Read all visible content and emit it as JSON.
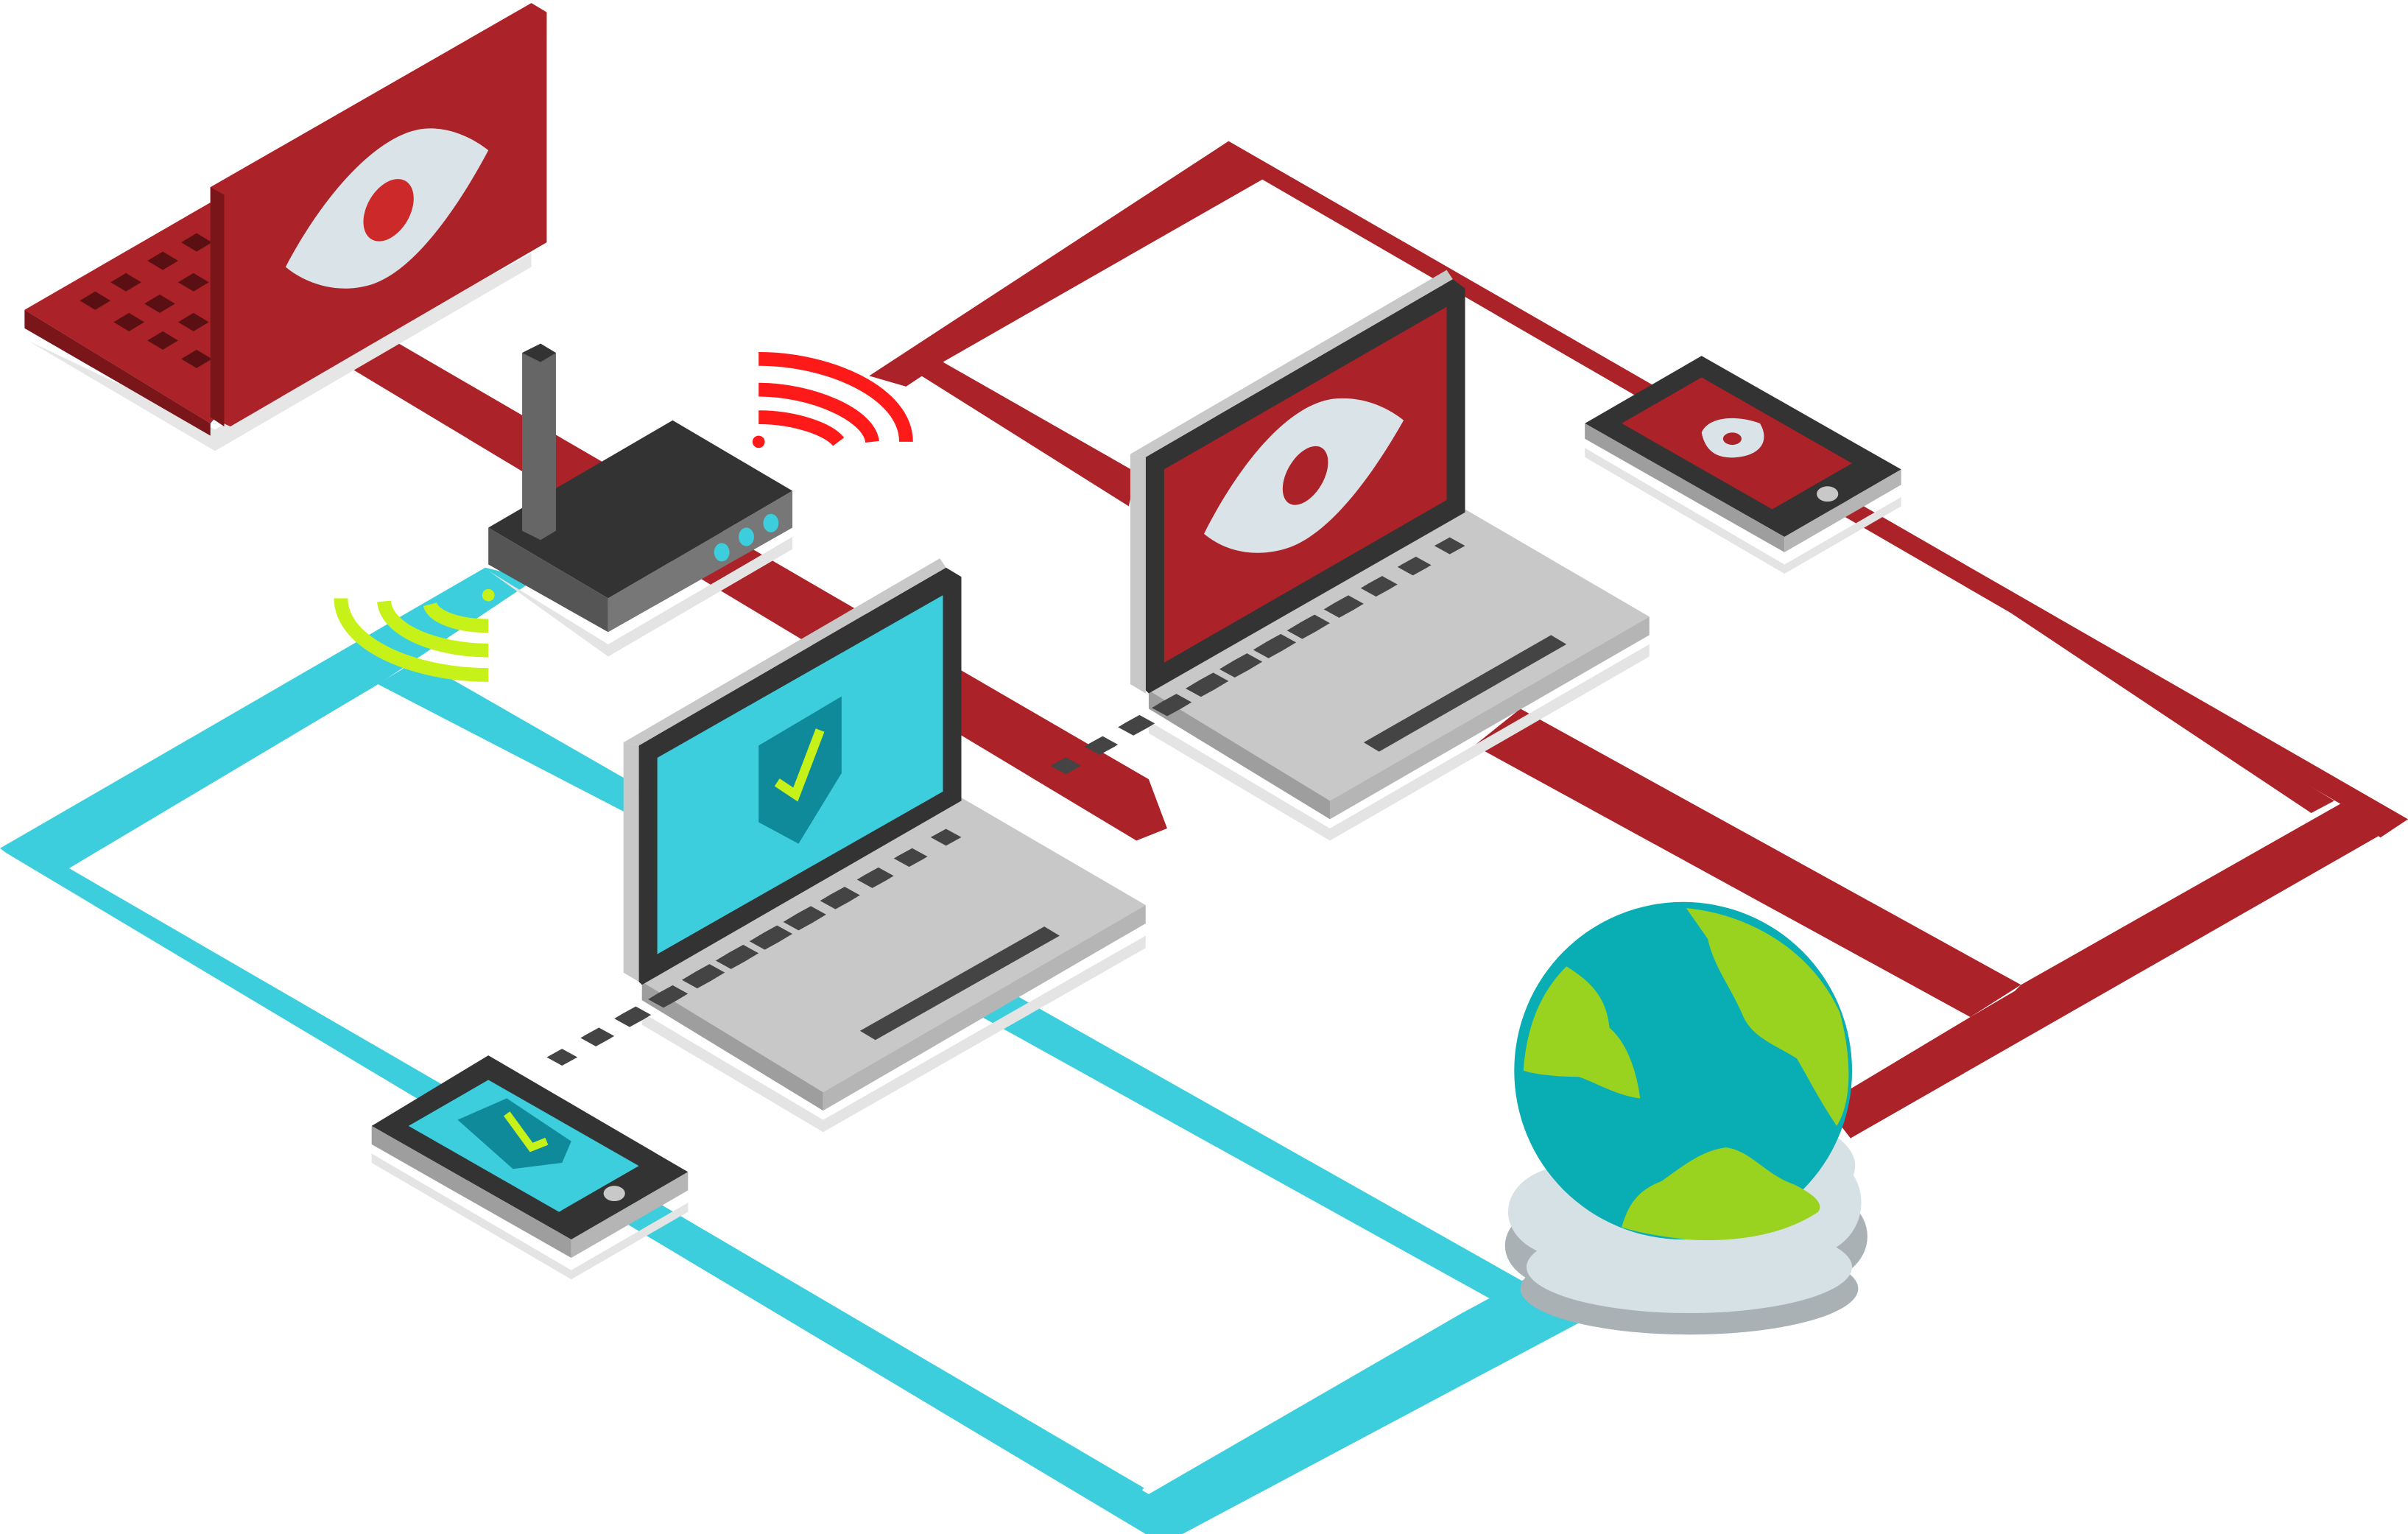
{
  "illustration": {
    "kind": "isometric network security illustration",
    "colors": {
      "compromised_red": "#ab2228",
      "compromised_red_dark": "#7a1519",
      "secure_cyan": "#3ccedc",
      "secure_teal": "#0e8a9a",
      "device_dark": "#333333",
      "device_gray": "#c8c8c8",
      "key_dark": "#444444",
      "eye_white": "#d9e3e8",
      "eye_pupil": "#cc2a2a",
      "wifi_red": "#ff1a1a",
      "wifi_green": "#c6f21a",
      "globe_ocean": "#09aeb4",
      "globe_land": "#99d31f",
      "cloud": "#d6e1e6"
    },
    "devices": [
      {
        "name": "compromised-laptop-top-left",
        "icon": "eye-icon",
        "state": "monitored"
      },
      {
        "name": "wireless-router",
        "icon": "router-icon",
        "state": "neutral"
      },
      {
        "name": "compromised-laptop-center",
        "icon": "eye-icon",
        "state": "monitored"
      },
      {
        "name": "compromised-tablet",
        "icon": "eye-icon",
        "state": "monitored"
      },
      {
        "name": "secure-laptop",
        "icon": "shield-check-icon",
        "state": "protected"
      },
      {
        "name": "secure-tablet",
        "icon": "shield-check-icon",
        "state": "protected"
      },
      {
        "name": "internet-globe",
        "icon": "globe-icon",
        "state": "internet"
      }
    ]
  }
}
